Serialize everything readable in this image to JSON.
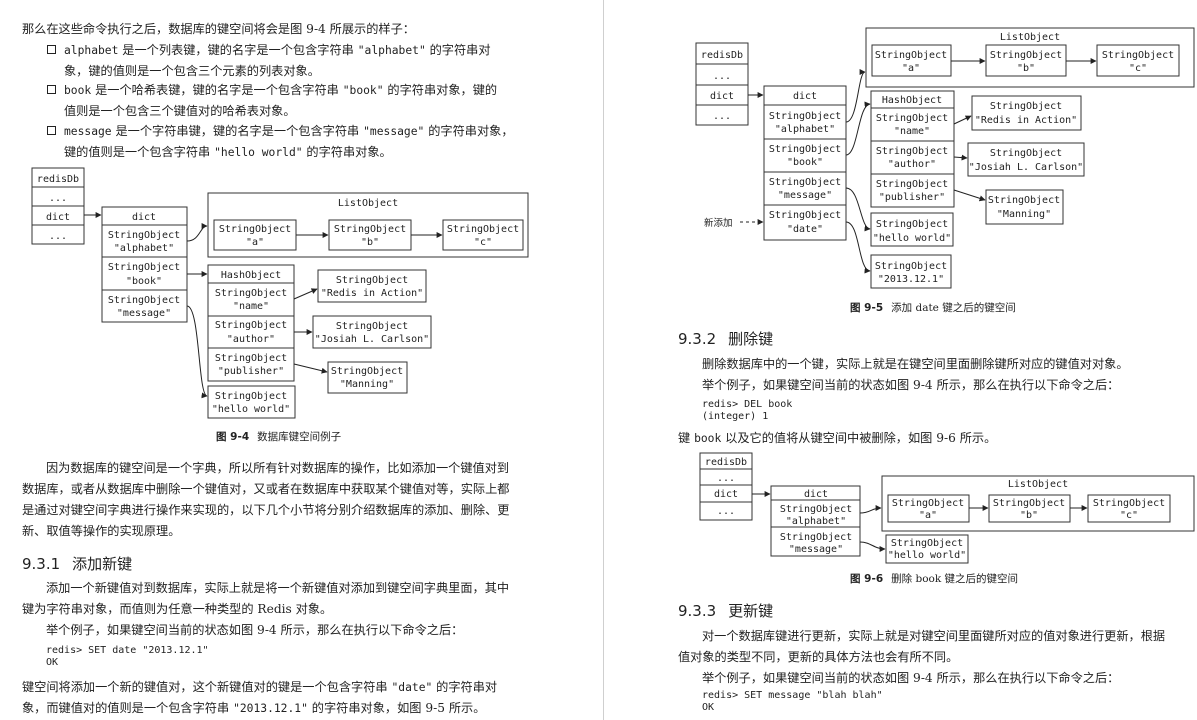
{
  "left": {
    "intro": "那么在这些命令执行之后，数据库的键空间将会是图 9-4 所展示的样子：",
    "bullets": [
      {
        "line1": [
          "",
          "alphabet",
          " 是一个列表键，键的名字是一个包含字符串 ",
          "\"alphabet\"",
          " 的字符串对"
        ],
        "line2": [
          "象，键的值则是一个包含三个元素的列表对象。"
        ]
      },
      {
        "line1": [
          "",
          "book",
          " 是一个哈希表键，键的名字是一个包含字符串 ",
          "\"book\"",
          " 的字符串对象，键的"
        ],
        "line2": [
          "值则是一个包含三个键值对的哈希表对象。"
        ]
      },
      {
        "line1": [
          "",
          "message",
          " 是一个字符串键，键的名字是一个包含字符串 ",
          "\"message\"",
          " 的字符串对象，"
        ],
        "line2": [
          "键的值则是一个包含字符串 ",
          "\"hello world\"",
          " 的字符串对象。"
        ]
      }
    ],
    "fig4": {
      "number": "图 9-4",
      "title": "数据库键空间例子",
      "redisdb": [
        "redisDb",
        "...",
        "dict",
        "..."
      ],
      "dict_title": "dict",
      "dict_keys": [
        [
          "StringObject",
          "\"alphabet\""
        ],
        [
          "StringObject",
          "\"book\""
        ],
        [
          "StringObject",
          "\"message\""
        ]
      ],
      "list_title": "ListObject",
      "list_items": [
        [
          "StringObject",
          "\"a\""
        ],
        [
          "StringObject",
          "\"b\""
        ],
        [
          "StringObject",
          "\"c\""
        ]
      ],
      "hash_title": "HashObject",
      "hash_fields": [
        [
          "StringObject",
          "\"name\""
        ],
        [
          "StringObject",
          "\"author\""
        ],
        [
          "StringObject",
          "\"publisher\""
        ]
      ],
      "hash_values": [
        [
          "StringObject",
          "\"Redis in Action\""
        ],
        [
          "StringObject",
          "\"Josiah L. Carlson\""
        ],
        [
          "StringObject",
          "\"Manning\""
        ]
      ],
      "message_value": [
        "StringObject",
        "\"hello world\""
      ]
    },
    "para1": [
      "因为数据库的键空间是一个字典，所以所有针对数据库的操作，比如添加一个键值对到",
      "数据库，或者从数据库中删除一个键值对，又或者在数据库中获取某个键值对等，实际上都",
      "是通过对键空间字典进行操作来实现的，以下几个小节将分别介绍数据库的添加、删除、更",
      "新、取值等操作的实现原理。"
    ],
    "sec931": {
      "number": "9.3.1",
      "title": "添加新键"
    },
    "para2": [
      "添加一个新键值对到数据库，实际上就是将一个新键值对添加到键空间字典里面，其中",
      "键为字符串对象，而值则为任意一种类型的 Redis 对象。"
    ],
    "para3": "举个例子，如果键空间当前的状态如图 9-4 所示，那么在执行以下命令之后：",
    "code1": [
      "redis> SET date \"2013.12.1\"",
      "OK"
    ],
    "para4_line1": [
      "键空间将添加一个新的键值对，这个新键值对的键是一个包含字符串 ",
      "\"date\"",
      " 的字符串对"
    ],
    "para4_line2": [
      "象，而键值对的值则是一个包含字符串 ",
      "\"2013.12.1\"",
      " 的字符串对象，如图 9-5 所示。"
    ]
  },
  "right": {
    "fig5": {
      "number": "图 9-5",
      "title": "添加 date 键之后的键空间",
      "new_label": "新添加",
      "redisdb": [
        "redisDb",
        "...",
        "dict",
        "..."
      ],
      "dict_title": "dict",
      "dict_keys": [
        [
          "StringObject",
          "\"alphabet\""
        ],
        [
          "StringObject",
          "\"book\""
        ],
        [
          "StringObject",
          "\"message\""
        ],
        [
          "StringObject",
          "\"date\""
        ]
      ],
      "list_title": "ListObject",
      "list_items": [
        [
          "StringObject",
          "\"a\""
        ],
        [
          "StringObject",
          "\"b\""
        ],
        [
          "StringObject",
          "\"c\""
        ]
      ],
      "hash_title": "HashObject",
      "hash_fields": [
        [
          "StringObject",
          "\"name\""
        ],
        [
          "StringObject",
          "\"author\""
        ],
        [
          "StringObject",
          "\"publisher\""
        ]
      ],
      "hash_values": [
        [
          "StringObject",
          "\"Redis in Action\""
        ],
        [
          "StringObject",
          "\"Josiah L. Carlson\""
        ],
        [
          "StringObject",
          "\"Manning\""
        ]
      ],
      "message_value": [
        "StringObject",
        "\"hello world\""
      ],
      "date_value": [
        "StringObject",
        "\"2013.12.1\""
      ]
    },
    "sec932": {
      "number": "9.3.2",
      "title": "删除键"
    },
    "para5": "删除数据库中的一个键，实际上就是在键空间里面删除键所对应的键值对对象。",
    "para6": "举个例子，如果键空间当前的状态如图 9-4 所示，那么在执行以下命令之后：",
    "code2": [
      "redis> DEL book",
      "(integer) 1"
    ],
    "para7": [
      "键 ",
      "book",
      " 以及它的值将从键空间中被删除，如图 9-6 所示。"
    ],
    "fig6": {
      "number": "图 9-6",
      "title": "删除 book 键之后的键空间",
      "redisdb": [
        "redisDb",
        "...",
        "dict",
        "..."
      ],
      "dict_title": "dict",
      "dict_keys": [
        [
          "StringObject",
          "\"alphabet\""
        ],
        [
          "StringObject",
          "\"message\""
        ]
      ],
      "list_title": "ListObject",
      "list_items": [
        [
          "StringObject",
          "\"a\""
        ],
        [
          "StringObject",
          "\"b\""
        ],
        [
          "StringObject",
          "\"c\""
        ]
      ],
      "message_value": [
        "StringObject",
        "\"hello world\""
      ]
    },
    "sec933": {
      "number": "9.3.3",
      "title": "更新键"
    },
    "para8": [
      "对一个数据库键进行更新，实际上就是对键空间里面键所对应的值对象进行更新，根据",
      "值对象的类型不同，更新的具体方法也会有所不同。"
    ],
    "para9": "举个例子，如果键空间当前的状态如图 9-4 所示，那么在执行以下命令之后：",
    "code3": [
      "redis> SET message \"blah blah\"",
      "OK"
    ]
  }
}
